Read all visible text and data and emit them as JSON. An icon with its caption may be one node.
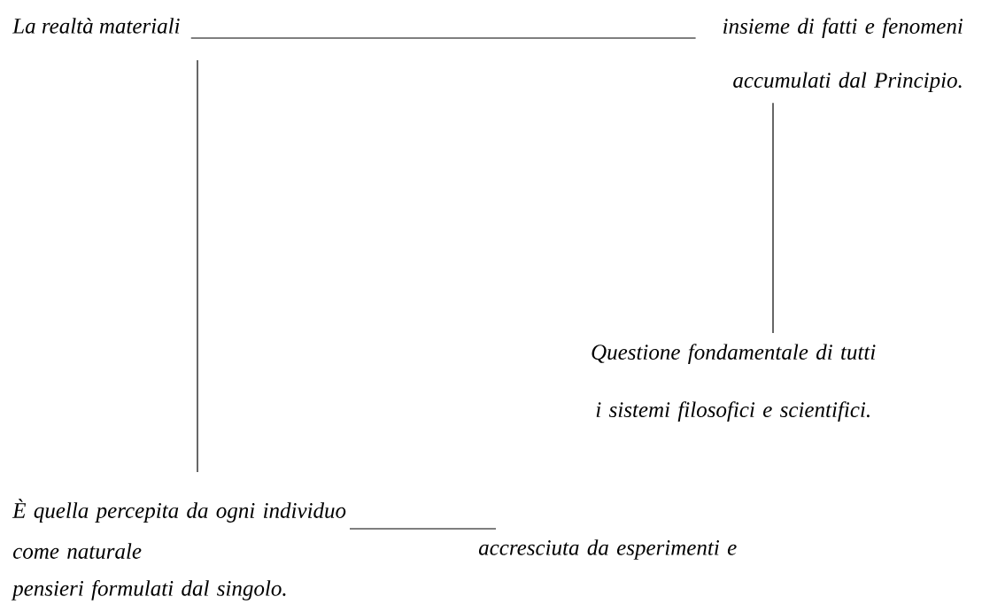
{
  "diagram": {
    "nodes": [
      {
        "text": [
          "La realtà materiali"
        ]
      },
      {
        "text": [
          "insieme di fatti e fenomeni accumulati dal Principio."
        ]
      },
      {
        "text": [
          "Questione fondamentale di tutti i sistemi filosofici e scientifici."
        ]
      },
      {
        "text": [
          "È quella percepita da ogni individuo come naturale"
        ]
      },
      {
        "text": [
          "accresciuta da esperimenti e pensieri formulati dal singolo."
        ]
      }
    ],
    "edges": [
      {
        "from": 0,
        "to": 1,
        "arrow": "none"
      },
      {
        "from": 0,
        "to": 3,
        "arrow": "none"
      },
      {
        "from": 1,
        "to": 2,
        "arrow": "none"
      },
      {
        "from": 3,
        "to": 4,
        "arrow": "none"
      }
    ]
  }
}
